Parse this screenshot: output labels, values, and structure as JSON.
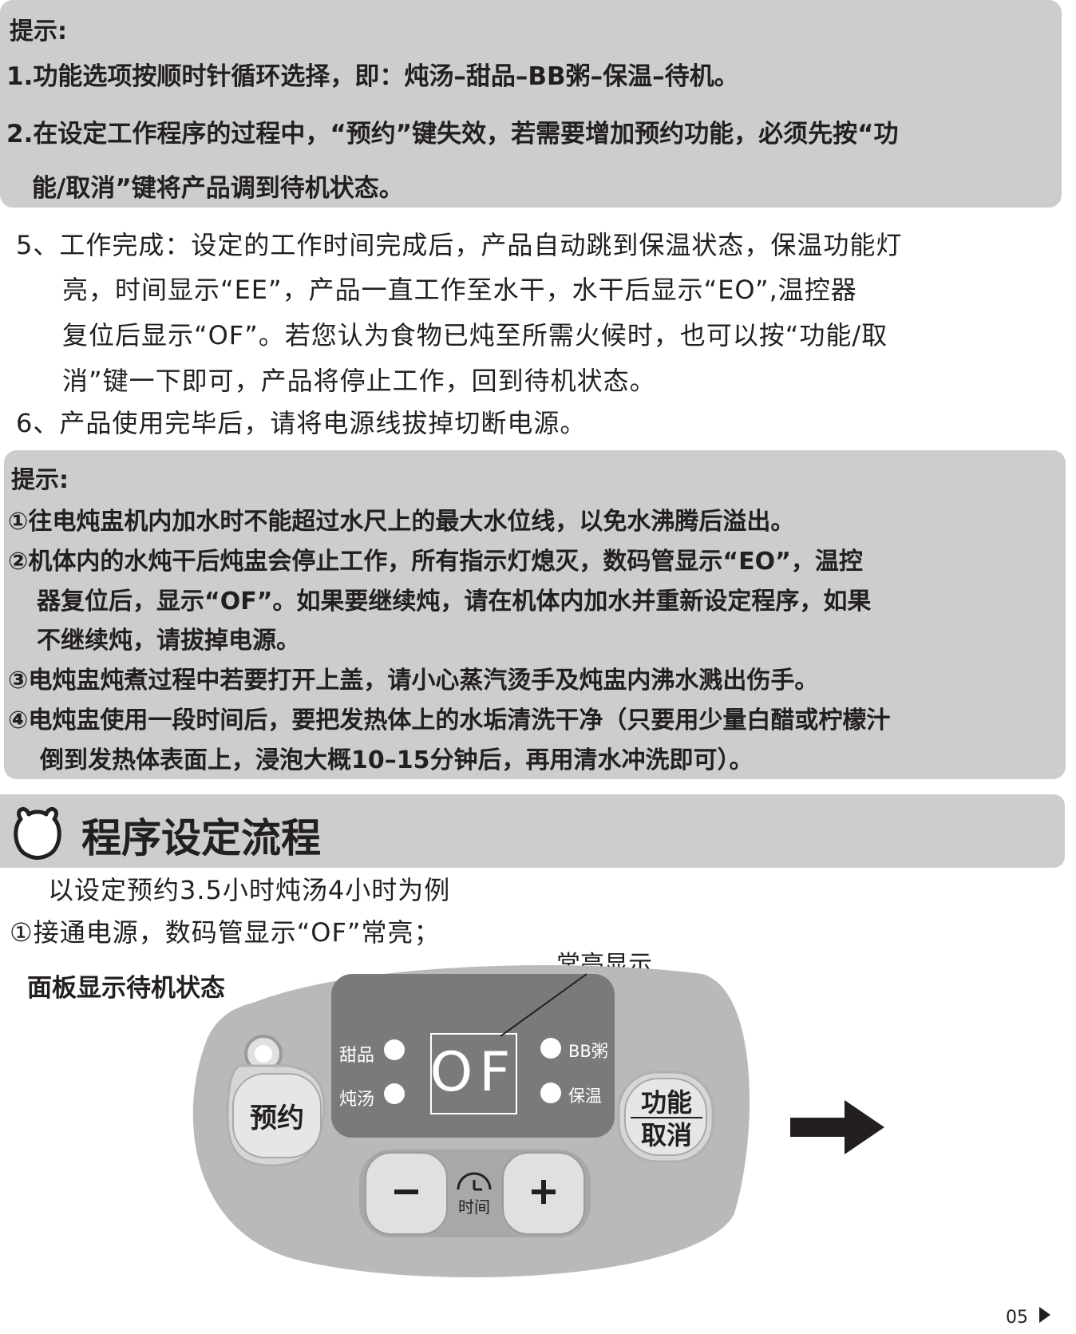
{
  "tip1": {
    "title": "提示:",
    "lines": [
      "1.功能选项按顺时针循环选择，即：炖汤–甜品–BB粥–保温–待机。",
      "2.在设定工作程序的过程中，“预约”键失效，若需要增加预约功能，必须先按“功",
      "能/取消”键将产品调到待机状态。"
    ]
  },
  "steps": [
    "5、工作完成：设定的工作时间完成后，产品自动跳到保温状态，保温功能灯",
    "亮，时间显示“EE”，产品一直工作至水干，水干后显示“EO”,温控器",
    "复位后显示“OF”。若您认为食物已炖至所需火候时，也可以按“功能/取",
    "消”键一下即可，产品将停止工作，回到待机状态。",
    "6、产品使用完毕后，请将电源线拔掉切断电源。"
  ],
  "tip2": {
    "title": "提示:",
    "lines": [
      "①往电炖盅机内加水时不能超过水尺上的最大水位线，以免水沸腾后溢出。",
      "②机体内的水炖干后炖盅会停止工作，所有指示灯熄灭，数码管显示“EO”，温控",
      "器复位后，显示“OF”。如果要继续炖，请在机体内加水并重新设定程序，如果",
      "不继续炖，请拔掉电源。",
      "③电炖盅炖煮过程中若要打开上盖，请小心蒸汽烫手及炖盅内沸水溅出伤手。",
      "④电炖盅使用一段时间后，要把发热体上的水垢清洗干净（只要用少量白醋或柠檬汁",
      "倒到发热体表面上，浸泡大概10–15分钟后，再用清水冲洗即可）。"
    ]
  },
  "section": {
    "title": "程序设定流程",
    "example": "以设定预约3.5小时炖汤4小时为例",
    "step1": "①接通电源，数码管显示“OF”常亮；"
  },
  "panel": {
    "label": "面板显示待机状态",
    "callout": "常亮显示",
    "display": "OF",
    "indicators": {
      "dessert": "甜品",
      "soup": "炖汤",
      "porridge": "BB粥",
      "keep_warm": "保温"
    },
    "buttons": {
      "reserve": "预约",
      "function_top": "功能",
      "function_bottom": "取消",
      "minus": "−",
      "plus": "+",
      "time": "时间"
    }
  },
  "page_number": "05",
  "colors": {
    "tip_bg": "#cdcdcd",
    "text": "#231f20",
    "panel_outer": "#b9b9b9",
    "panel_inner": "#a8a8a8",
    "display_bg": "#7a7a7a",
    "button_face": "#e0e0e0"
  }
}
